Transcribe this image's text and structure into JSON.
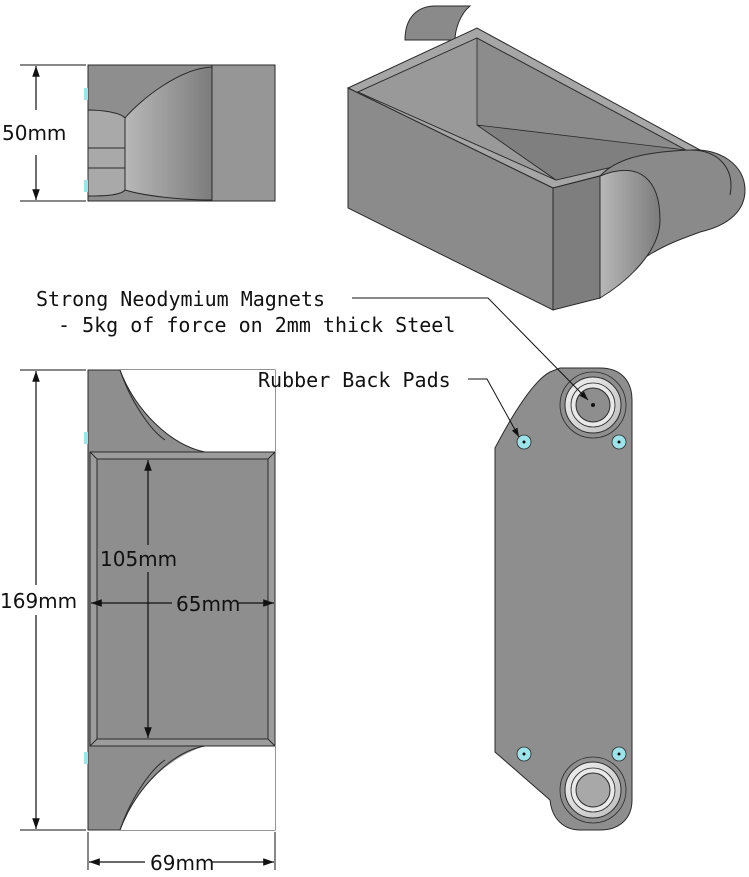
{
  "dimensions": {
    "side_height": "50mm",
    "front_height": "169mm",
    "pocket_height": "105mm",
    "pocket_width": "65mm",
    "front_width": "69mm"
  },
  "callouts": {
    "magnets_line1": "Strong Neodymium Magnets",
    "magnets_line2": "- 5kg of force on 2mm thick Steel",
    "back_pads": "Rubber Back Pads"
  },
  "colors": {
    "body": "#909090",
    "body_dark": "#7a7a7a",
    "body_light": "#b4b4b4",
    "edge": "#2a2a2a",
    "pad": "#9fe3ea",
    "magnet": "#d8d8d8"
  }
}
